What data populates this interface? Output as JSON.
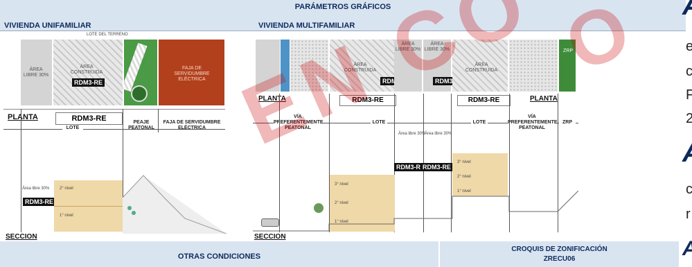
{
  "header": {
    "title": "PARÁMETROS GRÁFICOS",
    "left_label": "VIVIENDA UNIFAMILIAR",
    "right_label": "VIVIENDA MULTIFAMILIAR"
  },
  "unifamiliar": {
    "lote_terreno": "LOTE DEL TERRENO",
    "area_libre": "ÁREA LIBRE 30%",
    "area_construida": "ÁREA CONSTRUIDA",
    "zone_tag": "RDM3-RE",
    "faja": "FAJA DE SERVIDUMBRE ELÉCTRICA",
    "planta": "PLANTA",
    "planta_box": "RDM3-RE",
    "lote": "LOTE",
    "peaje": "PEAJE PEATONAL",
    "faja_bottom": "FAJA DE SERVIDUMBRE ELÉCTRICA",
    "area_libre_small": "Área libre 30%",
    "nivel2": "2° nivel",
    "nivel1": "1° nivel",
    "seccion": "SECCION"
  },
  "multifamiliar": {
    "area_libre_1": "ÁREA LIBRE 30%",
    "area_libre_2": "ÁREA LIBRE 30%",
    "area_construida": "ÁREA CONSTRUIDA",
    "zone_tag": "RDM3-RE",
    "zrp": "ZRP",
    "planta_left": "PLANTA",
    "planta_right": "PLANTA",
    "box": "RDM3-RE",
    "via": "VÍA PREFERENTEMENTE PEATONAL",
    "lote": "LOTE",
    "zrp_arrow": "ZRP",
    "area_libre_small": "Área libre 30%",
    "nivel3": "3° nivel",
    "nivel2": "2° nivel",
    "nivel1": "1° nivel",
    "seccion": "SECCION"
  },
  "right_panel": {
    "big_letter": "A",
    "lines": [
      "e",
      "c",
      "F",
      "2"
    ],
    "big_letter_2": "A",
    "lines2": [
      "c",
      "r"
    ],
    "big_letter_3": "A"
  },
  "footer": {
    "otras": "OTRAS CONDICIONES",
    "croquis": "CROQUIS DE ZONIFICACIÓN",
    "zone": "ZRECU06"
  },
  "watermark": {
    "text": "EN CO",
    "text2": "O"
  },
  "colors": {
    "header_bg": "#d9e4f1",
    "header_text": "#0d2a5c",
    "watermark": "#c80000",
    "beige": "#f0d9a8",
    "faja_red": "#b3401c"
  }
}
